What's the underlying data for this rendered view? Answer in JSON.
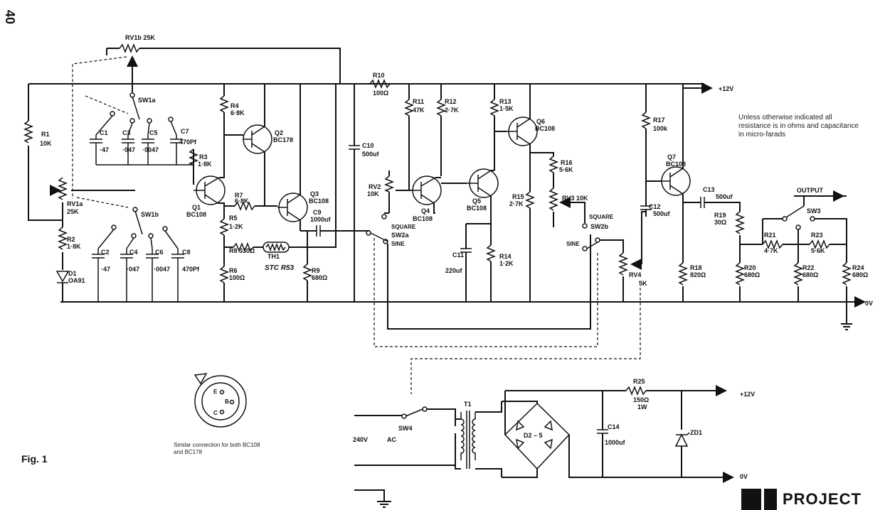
{
  "page_number": "40",
  "figure_label": "Fig. 1",
  "brand": {
    "text": "PROJECT"
  },
  "note": "Unless otherwise indicated all resistance is in ohms and capacitance in micro-farads",
  "pinout": {
    "pins": [
      "E",
      "B",
      "C"
    ],
    "caption": "Similar connection for both BC108 and BC178"
  },
  "labels": {
    "rv1b": "RV1b 25K",
    "sw1a": "SW1a",
    "sw1b": "SW1b",
    "c1": "C1",
    "c1v": "·47",
    "c3": "C3",
    "c3v": "·047",
    "c5": "C5",
    "c5v": "·0047",
    "c7": "C7",
    "c7v": "470Pf",
    "c2": "C2",
    "c2v": "·47",
    "c4": "C4",
    "c4v": "·047",
    "c6": "C6",
    "c6v": "·0047",
    "c8": "C8",
    "c8v": "470Pf",
    "r1": "R1",
    "r1v": "10K",
    "rv1a": "RV1a",
    "rv1av": "25K",
    "r2": "R2",
    "r2v": "1·8K",
    "d1": "D1",
    "d1v": "OA91",
    "r3": "R3",
    "r3v": "1·8K",
    "r4": "R4",
    "r4v": "6·8K",
    "q1": "Q1",
    "q1v": "BC108",
    "q2": "Q2",
    "q2v": "BC178",
    "q3": "Q3",
    "q3v": "BC108",
    "r7": "R7",
    "r7v": "6·8K",
    "r5": "R5",
    "r5v": "1·2K",
    "r8": "R8 330Ω",
    "th1": "TH1",
    "th1v": "STC R53",
    "r6": "R6",
    "r6v": "100Ω",
    "r9": "R9",
    "r9v": "680Ω",
    "c9": "C9",
    "c9v": "1000uf",
    "c10": "C10",
    "c10v": "500uf",
    "r10": "R10",
    "r10v": "100Ω",
    "r11": "R11",
    "r11v": "47K",
    "r12": "R12",
    "r12v": "2·7K",
    "r13": "R13",
    "r13v": "1·5K",
    "q6": "Q6",
    "q6v": "BC108",
    "rv2": "RV2",
    "rv2v": "10K",
    "square1": "SQUARE",
    "sw2a": "SW2a",
    "sine1": "SINE",
    "q4": "Q4",
    "q4v": "BC108",
    "q5": "Q5",
    "q5v": "BC108",
    "r15": "R15",
    "r15v": "2·7K",
    "c11": "C11",
    "c11v": "220uf",
    "r14": "R14",
    "r14v": "1·2K",
    "r16": "R16",
    "r16v": "5·6K",
    "rv3": "RV3 10K",
    "square2": "SQUARE",
    "sw2b": "SW2b",
    "sine2": "SINE",
    "rv4": "RV4",
    "rv4v": "5K",
    "r17": "R17",
    "r17v": "100k",
    "q7": "Q7",
    "q7v": "BC108",
    "c12": "C12",
    "c12v": "500uf",
    "r18": "R18",
    "r18v": "820Ω",
    "c13": "C13",
    "c13v": "500uf",
    "r19": "R19",
    "r19v": "30Ω",
    "output": "OUTPUT",
    "sw3": "SW3",
    "r21": "R21",
    "r21v": "4·7K",
    "r23": "R23",
    "r23v": "5·6K",
    "r20": "R20",
    "r20v": "680Ω",
    "r22": "R22",
    "r22v": "680Ω",
    "r24": "R24",
    "r24v": "680Ω",
    "plus12_top": "+12V",
    "zero_top": "0V",
    "t1": "T1",
    "sw4": "SW4",
    "v240": "240V",
    "ac": "AC",
    "d2_5": "D2 – 5",
    "c14": "C14",
    "c14v": "1000uf",
    "r25": "R25",
    "r25v": "150Ω",
    "r25w": "1W",
    "zd1": "ZD1",
    "plus12_bot": "+12V",
    "zero_bot": "0V"
  }
}
